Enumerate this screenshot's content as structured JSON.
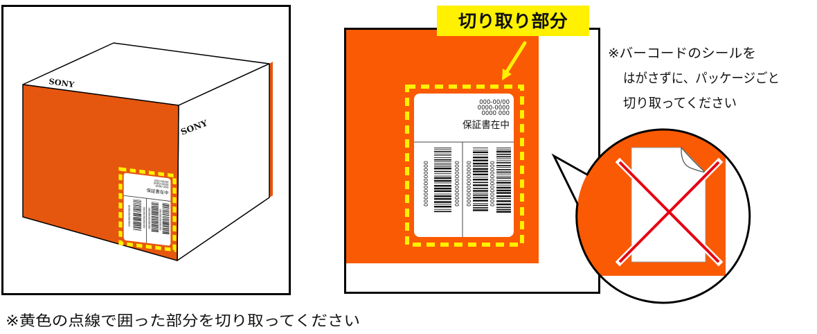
{
  "colors": {
    "package_orange": "#e5570f",
    "panel_orange": "#fa5a03",
    "highlight_yellow": "#fff100",
    "accent_red": "#e60012"
  },
  "icons": {
    "pointer": "arrow-icon",
    "sticker": "peeled-sticker-icon",
    "prohibited": "cross-icon"
  },
  "box": {
    "top_logo": "SONY",
    "side_logo": "SONY",
    "label": {
      "code_lines": [
        "000-00/00",
        "0000-0000",
        "0000 000"
      ],
      "title": "保証書在中",
      "barcode_digits": "0000000000000"
    }
  },
  "callout": {
    "label": "切り取り部分"
  },
  "detail_label": {
    "code_lines": [
      "000-00/00",
      "0000-0000",
      "0000 000"
    ],
    "title": "保証書在中",
    "barcode_digits": "0000000000000"
  },
  "note": {
    "lines": [
      "※バーコードのシールを",
      "はがさずに、パッケージごと",
      "切り取ってください"
    ]
  },
  "footer": {
    "text": "※黄色の点線で囲った部分を切り取ってください"
  }
}
